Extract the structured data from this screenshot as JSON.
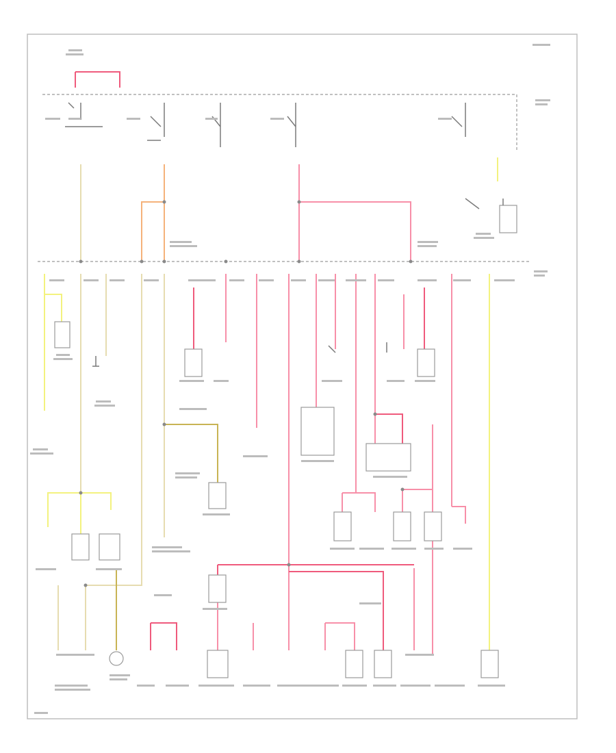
{
  "colors": {
    "pink": "#f78fa8",
    "red": "#ef5a7c",
    "yellow": "#f3f27e",
    "tan": "#e6dcb0",
    "orange": "#f5b27a",
    "olive": "#c8b454",
    "frame": "#bdbdbd",
    "line": "#9a9a9a",
    "placeholder_text": "#bcbcbc"
  },
  "icons": [
    "fuse-relay-switch",
    "splice-dot",
    "ground-symbol",
    "connector-box"
  ]
}
